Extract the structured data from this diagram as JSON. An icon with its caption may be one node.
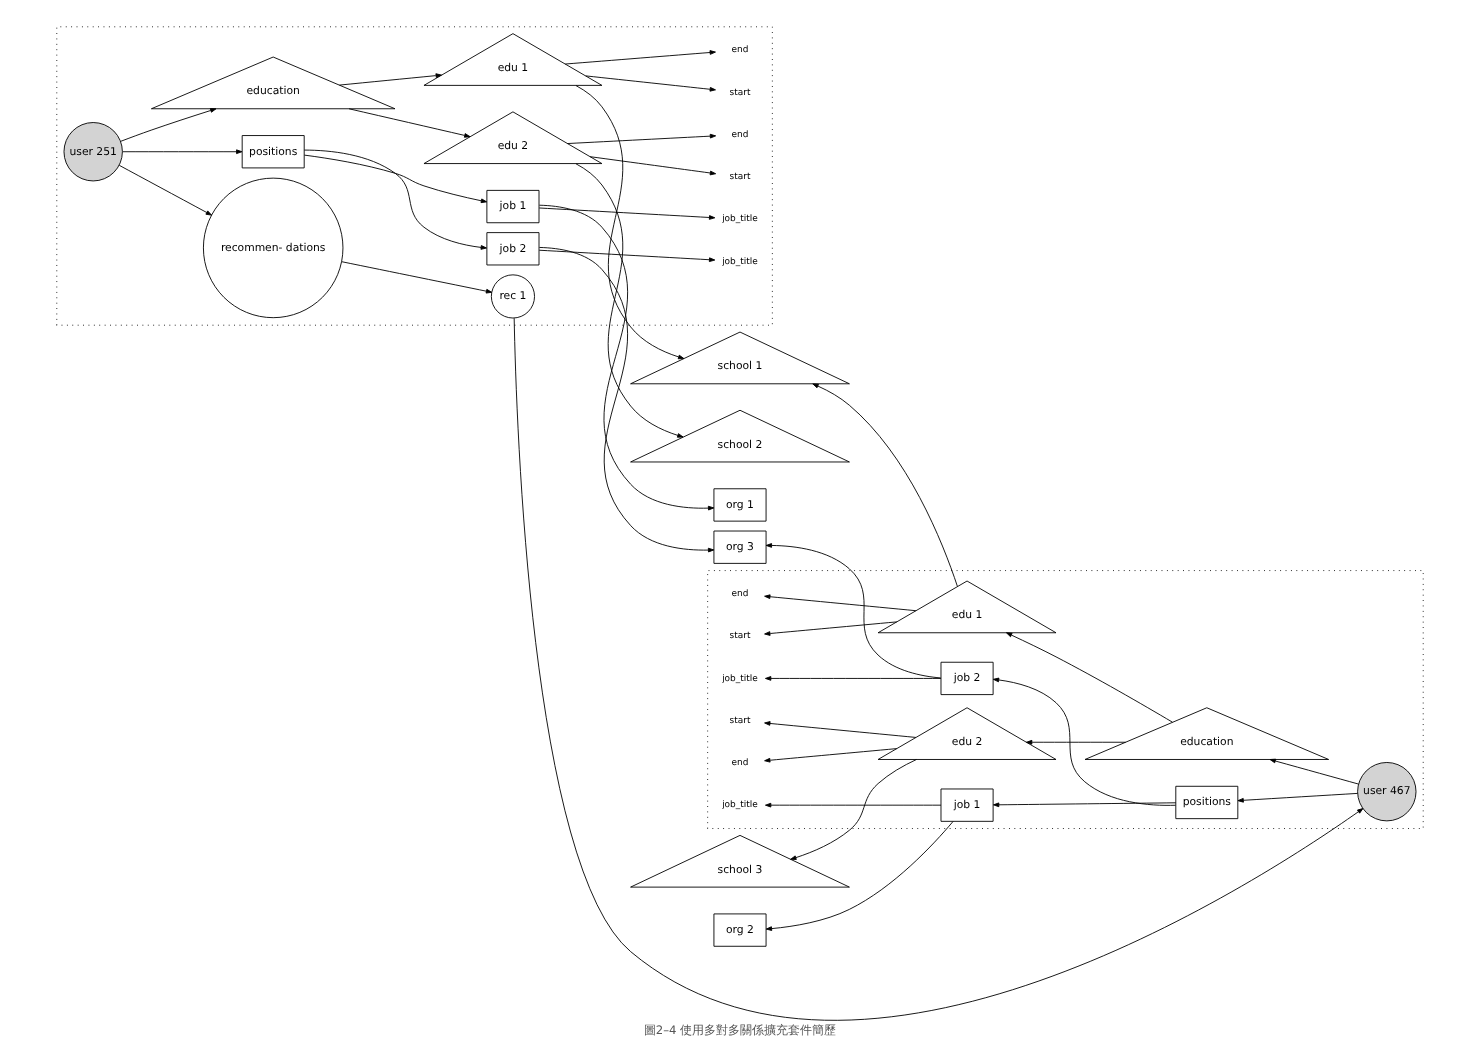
{
  "diagram": {
    "caption": "圖2–4 使用多對多關係擴充套件簡歷",
    "nodes": [
      {
        "text": [],
        "shape": "box"
      },
      {
        "text": [
          "user 251"
        ],
        "in": 0
      },
      {
        "text": [
          "positions"
        ],
        "in": 0
      },
      {
        "text": [
          "job 1"
        ],
        "in": 0
      },
      {
        "text": [
          "job_title"
        ],
        "in": 0
      },
      {
        "text": [
          "job 2"
        ],
        "in": 0
      },
      {
        "text": [
          "job_title"
        ],
        "in": 0
      },
      {
        "text": [
          "education"
        ],
        "in": 0
      },
      {
        "text": [
          "edu 1"
        ],
        "in": 0
      },
      {
        "text": [
          "start"
        ],
        "in": 0
      },
      {
        "text": [
          "end"
        ],
        "in": 0
      },
      {
        "text": [
          "edu 2"
        ],
        "in": 0
      },
      {
        "text": [
          "start"
        ],
        "in": 0
      },
      {
        "text": [
          "end"
        ],
        "in": 0
      },
      {
        "text": [
          "recommen- dations"
        ],
        "in": 0
      },
      {
        "text": [
          "rec 1"
        ],
        "in": 0
      },
      {
        "text": [
          "org 1"
        ]
      },
      {
        "text": [
          "org 2"
        ]
      },
      {
        "text": [
          "org 3"
        ]
      },
      {
        "text": [
          "school 1"
        ]
      },
      {
        "text": [
          "school 2"
        ]
      },
      {
        "text": [
          "school 3"
        ]
      },
      {
        "text": [],
        "shape": "box"
      },
      {
        "text": [
          "user 467"
        ],
        "in": 22
      },
      {
        "text": [
          "positions"
        ],
        "in": 22
      },
      {
        "text": [
          "job 1"
        ],
        "in": 22
      },
      {
        "text": [
          "job_title"
        ],
        "in": 22
      },
      {
        "text": [
          "job 2"
        ],
        "in": 22
      },
      {
        "text": [
          "job_title"
        ],
        "in": 22
      },
      {
        "text": [
          "education"
        ],
        "in": 22
      },
      {
        "text": [
          "edu 1"
        ],
        "in": 22
      },
      {
        "text": [
          "start"
        ],
        "in": 22
      },
      {
        "text": [
          "end"
        ],
        "in": 22
      },
      {
        "text": [
          "edu 2"
        ],
        "in": 22
      },
      {
        "text": [
          "start"
        ],
        "in": 22
      },
      {
        "text": [
          "end"
        ],
        "in": 22
      }
    ],
    "edges": [
      {
        "from": 1,
        "to": 2,
        "arrow": "to"
      },
      {
        "from": 2,
        "to": 3,
        "arrow": "to"
      },
      {
        "from": 3,
        "to": 4,
        "arrow": "to"
      },
      {
        "from": 2,
        "to": 5,
        "arrow": "to"
      },
      {
        "from": 5,
        "to": 6,
        "arrow": "to"
      },
      {
        "from": 3,
        "to": 16,
        "arrow": "to"
      },
      {
        "from": 5,
        "to": 18,
        "arrow": "to"
      },
      {
        "from": 1,
        "to": 7,
        "arrow": "to"
      },
      {
        "from": 7,
        "to": 8,
        "arrow": "to"
      },
      {
        "from": 8,
        "to": 9,
        "arrow": "to"
      },
      {
        "from": 8,
        "to": 10,
        "arrow": "to"
      },
      {
        "from": 7,
        "to": 11,
        "arrow": "to"
      },
      {
        "from": 11,
        "to": 12,
        "arrow": "to"
      },
      {
        "from": 11,
        "to": 13,
        "arrow": "to"
      },
      {
        "from": 8,
        "to": 19,
        "arrow": "to"
      },
      {
        "from": 11,
        "to": 20,
        "arrow": "to"
      },
      {
        "from": 1,
        "to": 14,
        "arrow": "to"
      },
      {
        "from": 14,
        "to": 15,
        "arrow": "to"
      },
      {
        "from": 15,
        "to": 23,
        "arrow": "to"
      },
      {
        "from": 23,
        "to": 24,
        "arrow": "to"
      },
      {
        "from": 24,
        "to": 25,
        "arrow": "to"
      },
      {
        "from": 25,
        "to": 26,
        "arrow": "to"
      },
      {
        "from": 24,
        "to": 27,
        "arrow": "to"
      },
      {
        "from": 27,
        "to": 28,
        "arrow": "to"
      },
      {
        "from": 25,
        "to": 17,
        "arrow": "to"
      },
      {
        "from": 27,
        "to": 18,
        "arrow": "to"
      },
      {
        "from": 23,
        "to": 29,
        "arrow": "to"
      },
      {
        "from": 29,
        "to": 30,
        "arrow": "to"
      },
      {
        "from": 30,
        "to": 31,
        "arrow": "to"
      },
      {
        "from": 30,
        "to": 32,
        "arrow": "to"
      },
      {
        "from": 29,
        "to": 33,
        "arrow": "to"
      },
      {
        "from": 33,
        "to": 34,
        "arrow": "to"
      },
      {
        "from": 33,
        "to": 35,
        "arrow": "to"
      },
      {
        "from": 30,
        "to": 19,
        "arrow": "to"
      },
      {
        "from": 33,
        "to": 21,
        "arrow": "to"
      }
    ]
  }
}
